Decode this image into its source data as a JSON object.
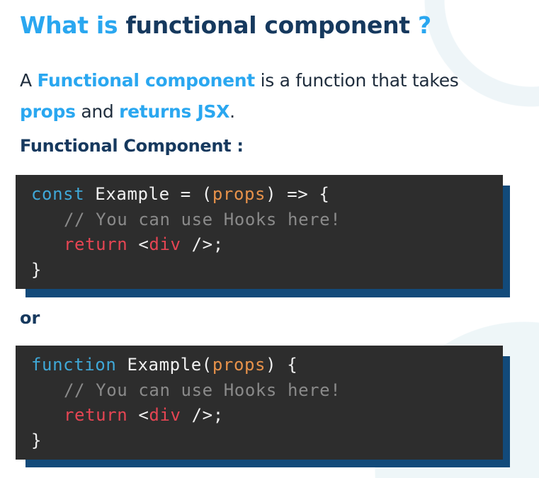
{
  "title": {
    "part1": "What is",
    "part2": "functional component",
    "part3": "?"
  },
  "paragraph": {
    "t1": "A ",
    "h1": "Functional component",
    "t2": " is a function that takes ",
    "h2": "props",
    "t3": " and ",
    "h3": "returns JSX",
    "t4": "."
  },
  "subtitle": "Functional Component :",
  "separator": "or",
  "code_blocks": [
    {
      "l1": {
        "kw": "const",
        "a": " Example = (",
        "p": "props",
        "b": ") => {"
      },
      "l2": "// You can use Hooks here!",
      "l3": {
        "kw": "return",
        "tag": " <",
        "t": "div",
        "end": " />;"
      },
      "l4": "}"
    },
    {
      "l1": {
        "kw": "function",
        "a": " Example(",
        "p": "props",
        "b": ") {"
      },
      "l2": "// You can use Hooks here!",
      "l3": {
        "kw": "return",
        "tag": " <",
        "t": "div",
        "end": " />;"
      },
      "l4": "}"
    }
  ],
  "colors": {
    "accent": "#2aa7f0",
    "navy": "#16395e",
    "code_bg": "#2d2d2d",
    "shadow": "#124a7a"
  }
}
